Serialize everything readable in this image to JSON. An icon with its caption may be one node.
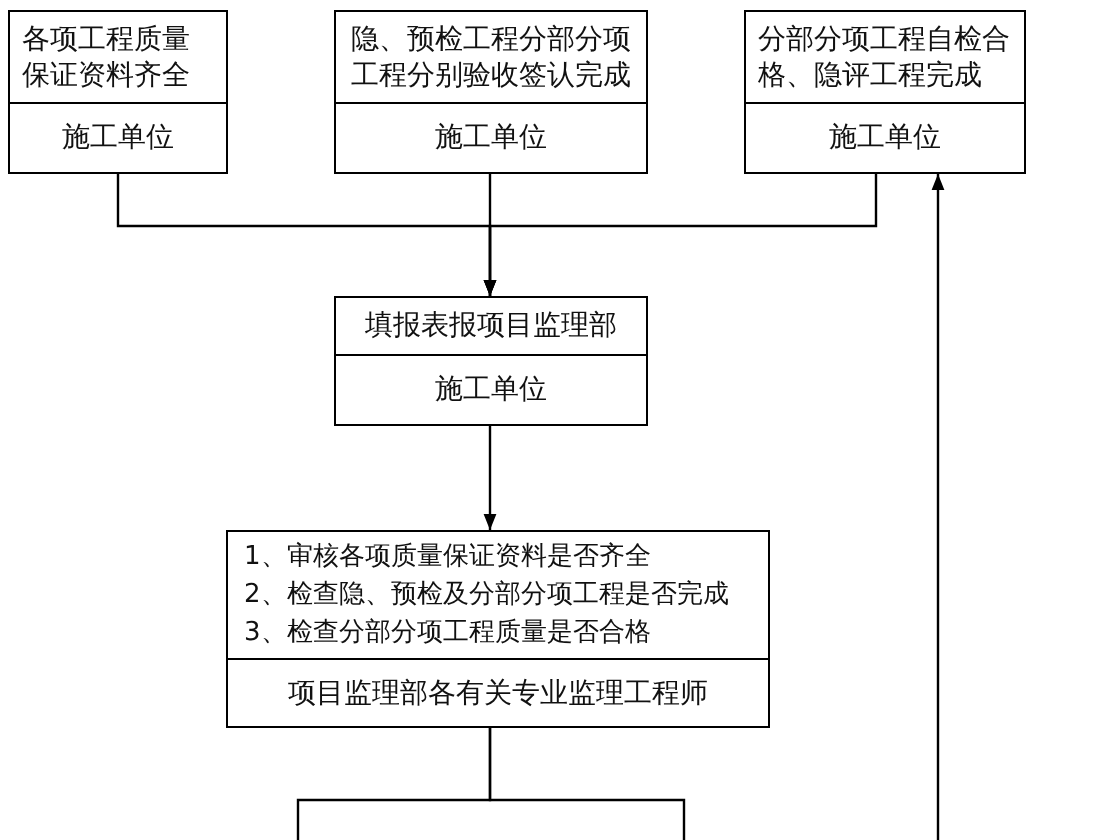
{
  "diagram": {
    "nodes": [
      {
        "text": [
          "各项工程质量保证资料齐全",
          "施工单位"
        ]
      },
      {
        "text": [
          "隐、预检工程分部分项工程分别验收签认完成",
          "施工单位"
        ]
      },
      {
        "text": [
          "分部分项工程自检合格、隐评工程完成",
          "施工单位"
        ]
      },
      {
        "text": [
          "填报表报项目监理部",
          "施工单位"
        ]
      },
      {
        "text": [
          "1、审核各项质量保证资料是否齐全",
          "2、检查隐、预检及分部分项工程是否完成",
          "3、检查分部分项工程质量是否合格",
          "项目监理部各有关专业监理工程师"
        ]
      }
    ],
    "edges": [
      {
        "from": 0,
        "to": 3,
        "arrow": "to"
      },
      {
        "from": 1,
        "to": 3,
        "arrow": "to"
      },
      {
        "from": 2,
        "to": 3,
        "arrow": "to"
      },
      {
        "from": 3,
        "to": 4,
        "arrow": "to"
      },
      {
        "from": 4,
        "to": null,
        "arrow": "none"
      },
      {
        "from": 4,
        "to": null,
        "arrow": "none"
      },
      {
        "from": null,
        "to": 2,
        "arrow": "to"
      }
    ]
  }
}
